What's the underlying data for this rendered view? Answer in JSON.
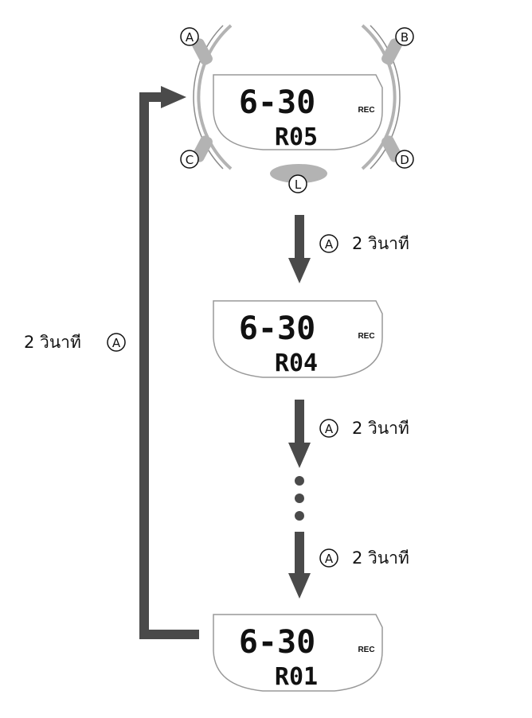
{
  "watch": {
    "buttons": {
      "a": "A",
      "b": "B",
      "c": "C",
      "d": "D",
      "l": "L"
    },
    "display": {
      "time": "6-30",
      "code": "R05",
      "indicator": "REC"
    }
  },
  "steps": [
    {
      "button": "A",
      "text": "2 วินาที"
    },
    {
      "button": "A",
      "text": "2 วินาที"
    },
    {
      "button": "A",
      "text": "2 วินาที"
    }
  ],
  "displays": [
    {
      "time": "6-30",
      "code": "R04",
      "indicator": "REC"
    },
    {
      "time": "6-30",
      "code": "R01",
      "indicator": "REC"
    }
  ],
  "return_step": {
    "text": "2 วินาที",
    "button": "A"
  },
  "colors": {
    "arrow": "#4a4a4a",
    "bezel": "#b3b3b3",
    "outline": "#999999",
    "lcd_text": "#111111"
  }
}
